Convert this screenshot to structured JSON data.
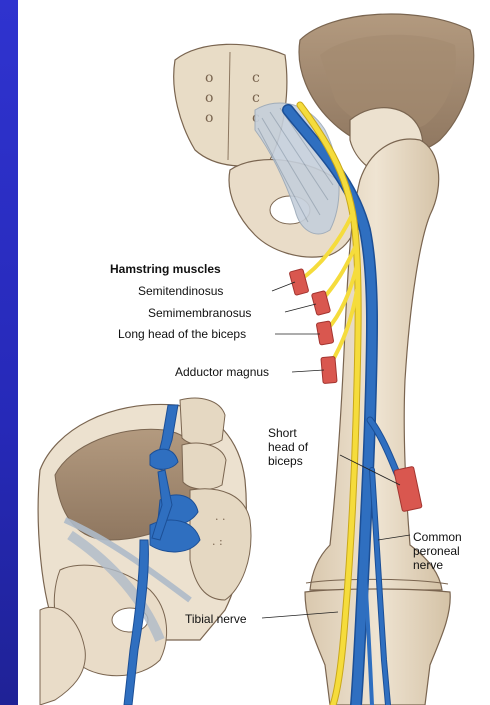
{
  "labels": {
    "hamstring_title": "Hamstring muscles",
    "semitendinosus": "Semitendinosus",
    "semimembranosus": "Semimembranosus",
    "long_head": "Long head of the biceps",
    "adductor": "Adductor magnus",
    "short_head_l1": "Short",
    "short_head_l2": "head of",
    "short_head_l3": "biceps",
    "common_l1": "Common",
    "common_l2": "peroneal",
    "common_l3": "nerve",
    "tibial": "Tibial nerve"
  },
  "colors": {
    "background": "#2a2ec0",
    "bone": "#e9dcc8",
    "bone_shadow": "#c7b49a",
    "pelvis_dark": "#9a8268",
    "ligament": "#aebac8",
    "sciatic_blue": "#2f6fc0",
    "nerve_yellow": "#f5dc3c",
    "muscle_red": "#d9574f"
  }
}
